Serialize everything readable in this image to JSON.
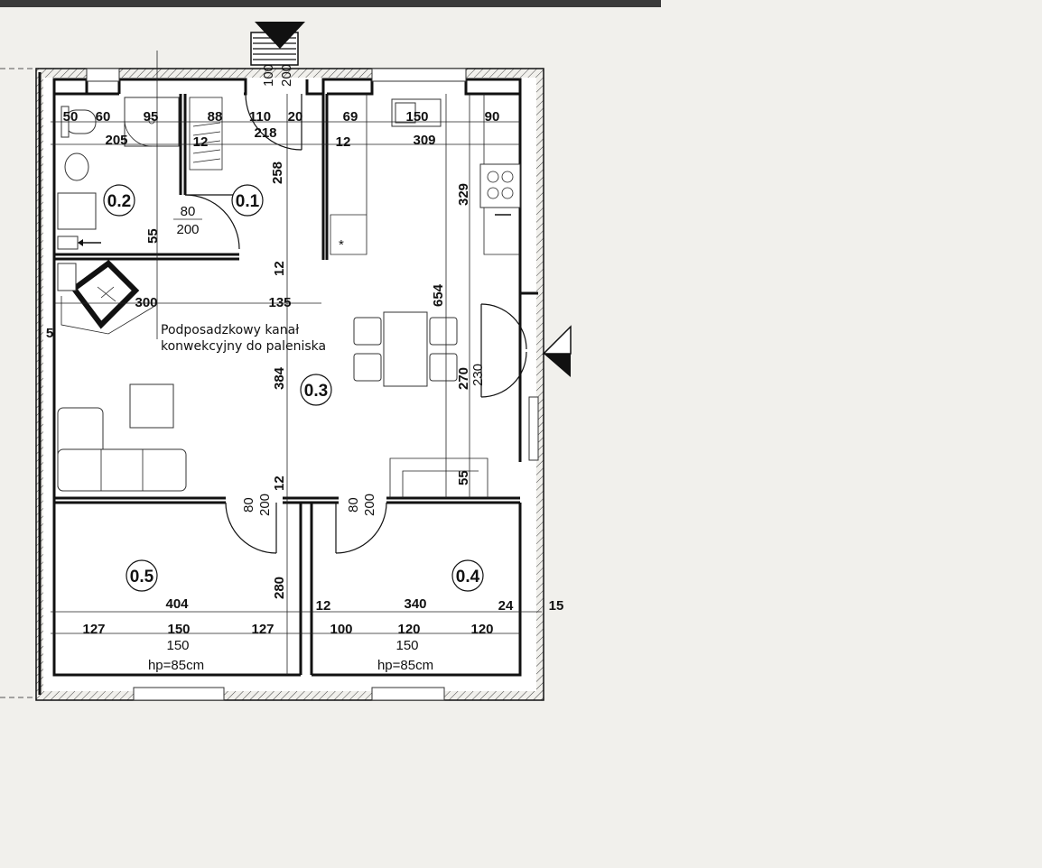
{
  "rooms": [
    "0.1",
    "0.2",
    "0.3",
    "0.4",
    "0.5"
  ],
  "dims_top": [
    "50",
    "60",
    "95",
    "88",
    "110",
    "20",
    "69",
    "150",
    "90"
  ],
  "dims_row2": [
    "205",
    "12",
    "218",
    "12",
    "309"
  ],
  "dims_vertical": [
    "100",
    "200",
    "258",
    "329",
    "55",
    "12",
    "654",
    "384",
    "270",
    "230",
    "55",
    "12",
    "280"
  ],
  "door_kitchen": {
    "w": "80",
    "h": "200"
  },
  "door_05": {
    "w": "80",
    "h": "200"
  },
  "door_04": {
    "w": "80",
    "h": "200"
  },
  "dims_mid": [
    "300",
    "135",
    "5"
  ],
  "note": {
    "line1": "Podposadzkowy kanał",
    "line2": "konwekcyjny do paleniska"
  },
  "dims_bottom_05": {
    "total": "404",
    "a": "127",
    "b": "150",
    "c": "127",
    "win": "150",
    "sill": "hp=85cm"
  },
  "dims_bottom_04": {
    "left": "12",
    "total": "340",
    "right": "24",
    "ext": "15",
    "a": "100",
    "b": "120",
    "c": "120",
    "win": "150",
    "sill": "hp=85cm"
  }
}
